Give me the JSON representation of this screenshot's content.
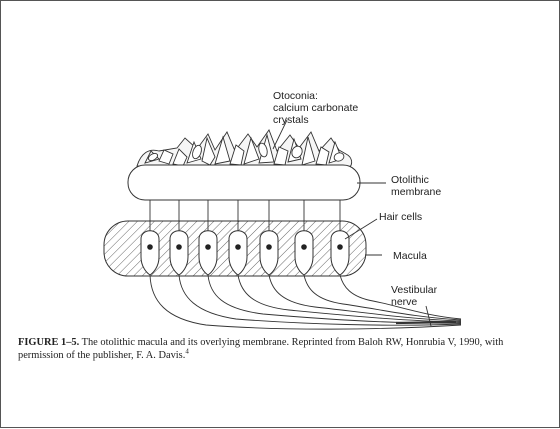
{
  "labels": {
    "otoconia": [
      "Otoconia:",
      "calcium carbonate",
      "crystals"
    ],
    "otolithic_membrane": [
      "Otolithic",
      "membrane"
    ],
    "hair_cells": "Hair cells",
    "macula": "Macula",
    "vestibular_nerve": [
      "Vestibular",
      "nerve"
    ]
  },
  "caption": {
    "figure_label": "FIGURE 1–5.",
    "text": "The otolithic macula and its overlying membrane. Reprinted from Baloh RW, Hon­rubia V, 1990, with permission of the publisher, F. A. Davis.",
    "footnote": "4"
  }
}
